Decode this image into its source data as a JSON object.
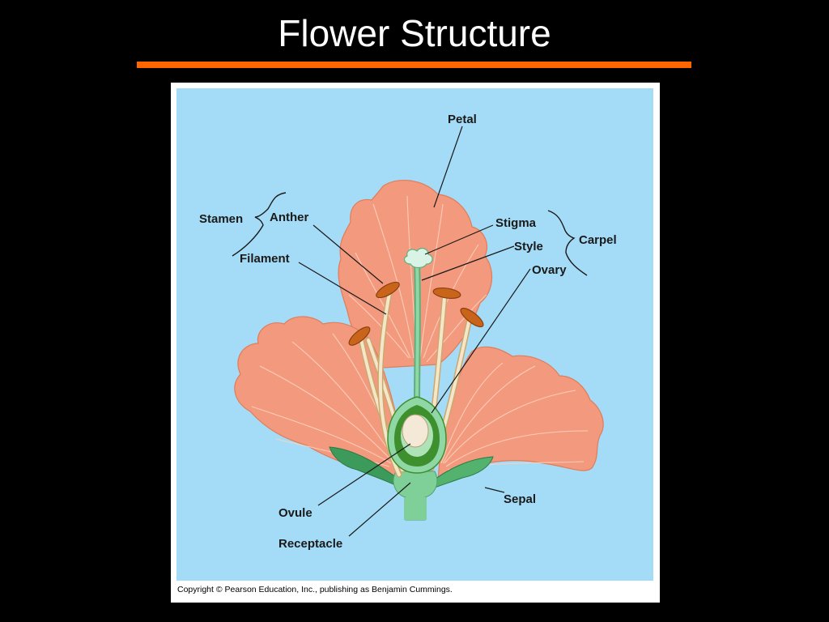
{
  "slide": {
    "title": "Flower Structure"
  },
  "colors": {
    "background": "#000000",
    "title_text": "#ffffff",
    "accent_rule": "#ff6600",
    "diagram_background": "#a4dcf7",
    "petal": "#f39a7e",
    "petal_vein": "#f8c6ae",
    "anther": "#c8651b",
    "filament": "#f3e3c3",
    "stem": "#7fcf98",
    "ovary": "#3e8f2e",
    "ovule": "#f4e8d6"
  },
  "diagram": {
    "labels": {
      "petal": "Petal",
      "stamen": "Stamen",
      "anther": "Anther",
      "filament": "Filament",
      "stigma": "Stigma",
      "style": "Style",
      "ovary": "Ovary",
      "carpel": "Carpel",
      "sepal": "Sepal",
      "ovule": "Ovule",
      "receptacle": "Receptacle"
    },
    "copyright": "Copyright © Pearson Education, Inc., publishing as Benjamin Cummings."
  }
}
